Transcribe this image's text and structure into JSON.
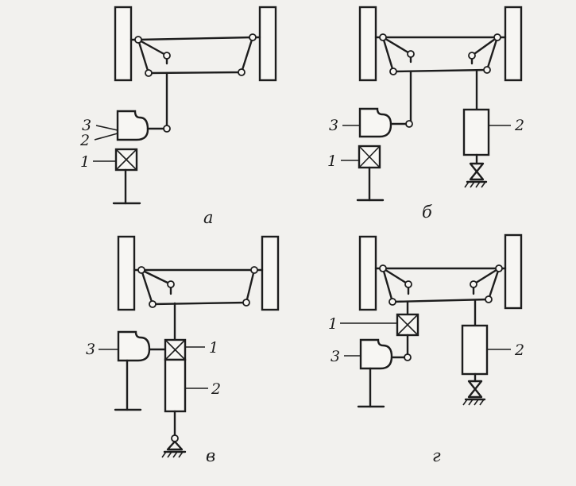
{
  "panels": [
    {
      "caption": "а",
      "labels": {
        "l3": "3",
        "l2": "2",
        "l1": "1"
      }
    },
    {
      "caption": "б",
      "labels": {
        "l3": "3",
        "l1": "1",
        "l2": "2"
      }
    },
    {
      "caption": "в",
      "labels": {
        "l3": "3",
        "l1": "1",
        "l2": "2"
      }
    },
    {
      "caption": "г",
      "labels": {
        "l1": "1",
        "l3": "3",
        "l2": "2"
      }
    }
  ],
  "colors": {
    "ink": "#1d1d1d",
    "paper": "#f2f1ee"
  }
}
